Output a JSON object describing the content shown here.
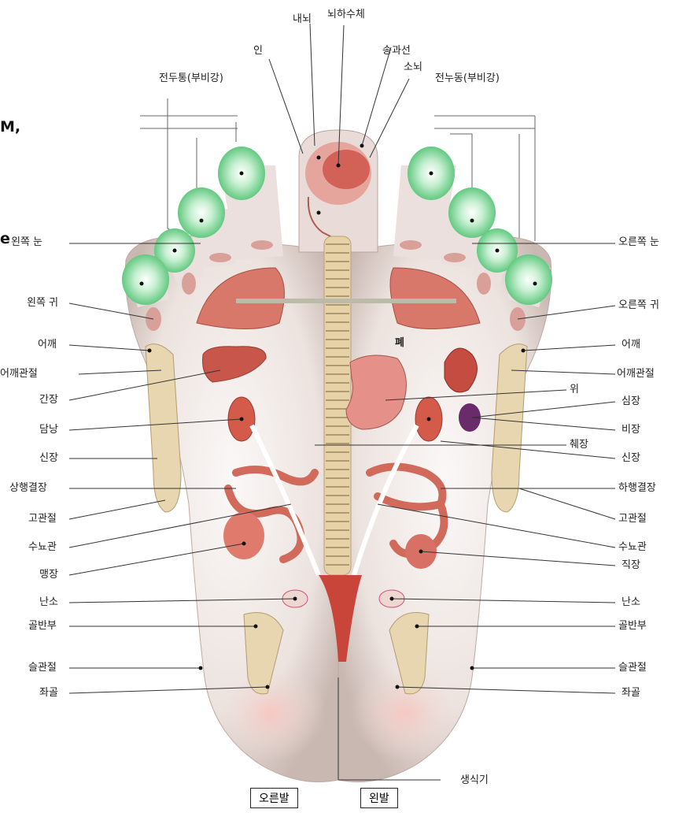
{
  "top_labels": {
    "inner_brain": "내뇌",
    "pituitary": "뇌하수체",
    "throat": "인",
    "pineal": "송과선",
    "cerebellum": "소뇌",
    "frontal_sinus_left": "전두통(부비강)",
    "frontal_sinus_right": "전누동(부비강)"
  },
  "left_labels": [
    "왼쪽 눈",
    "왼쪽 귀",
    "어깨",
    "어깨관절",
    "간장",
    "담낭",
    "신장",
    "상행결장",
    "고관절",
    "수뇨관",
    "맹장",
    "난소",
    "골반부",
    "슬관절",
    "좌골"
  ],
  "right_labels": [
    "오른쪽 눈",
    "오른쪽 귀",
    "어깨",
    "어깨관절",
    "위",
    "심장",
    "비장",
    "췌장",
    "신장",
    "하행결장",
    "고관절",
    "수뇨관",
    "직장",
    "난소",
    "골반부",
    "슬관절",
    "좌골"
  ],
  "center_labels": {
    "lung": "폐"
  },
  "bottom_labels": {
    "genital": "생식기",
    "right_foot": "오른발",
    "left_foot": "왼발"
  },
  "edge_fragments": [
    "M,",
    "e"
  ],
  "colors": {
    "toe_green": "#8fe0a8",
    "skin": "#efe7e4",
    "organ_red": "#d45a4a",
    "bone": "#e6d2a6"
  }
}
